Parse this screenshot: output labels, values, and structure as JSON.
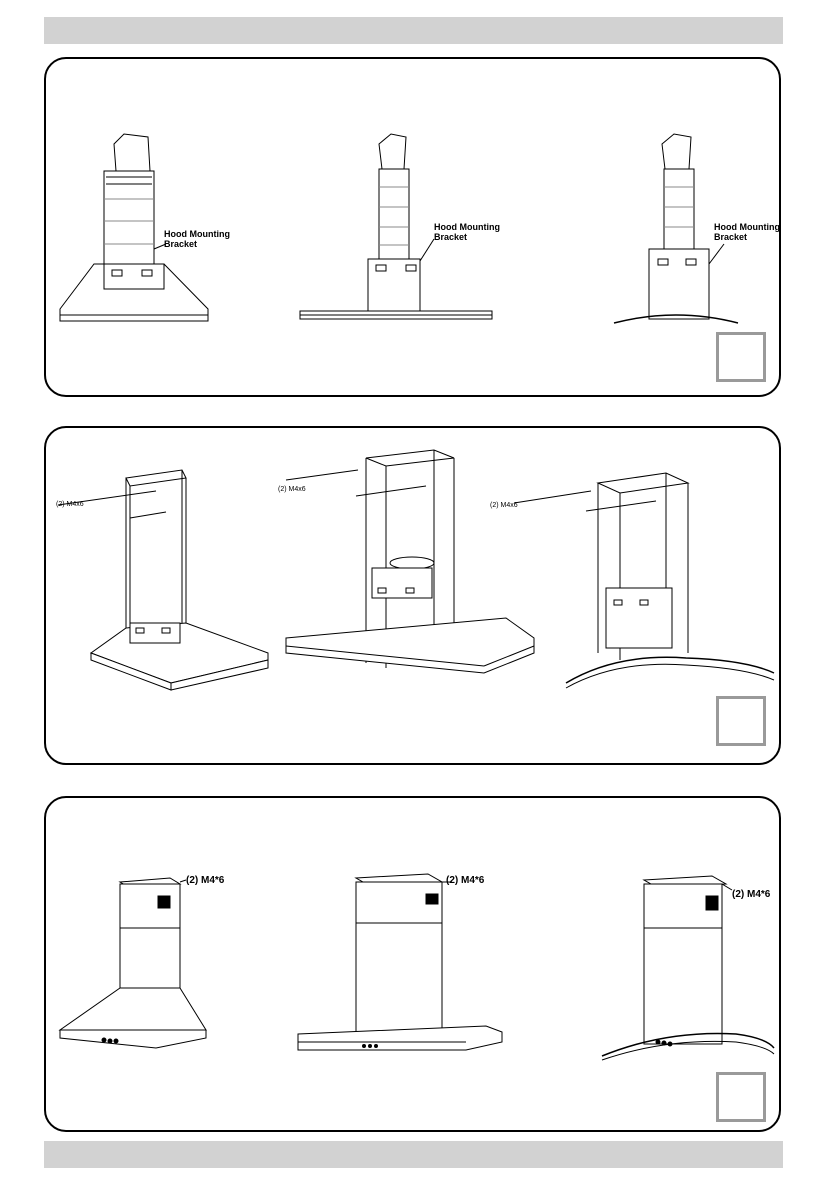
{
  "panels": [
    {
      "name": "step-mount-bracket",
      "labels": [
        {
          "text": "Hood Mounting\nBracket"
        },
        {
          "text": "Hood Mounting\nBracket"
        },
        {
          "text": "Hood Mounting\nBracket"
        }
      ]
    },
    {
      "name": "step-attach-upper-frame",
      "labels": [
        {
          "text": "(2) M4x6"
        },
        {
          "text": "(2) M4x6"
        },
        {
          "text": "(2) M4x6"
        }
      ]
    },
    {
      "name": "step-fasten-chimney",
      "labels": [
        {
          "text": "(2) M4*6"
        },
        {
          "text": "(2) M4*6"
        },
        {
          "text": "(2) M4*6"
        }
      ]
    }
  ]
}
